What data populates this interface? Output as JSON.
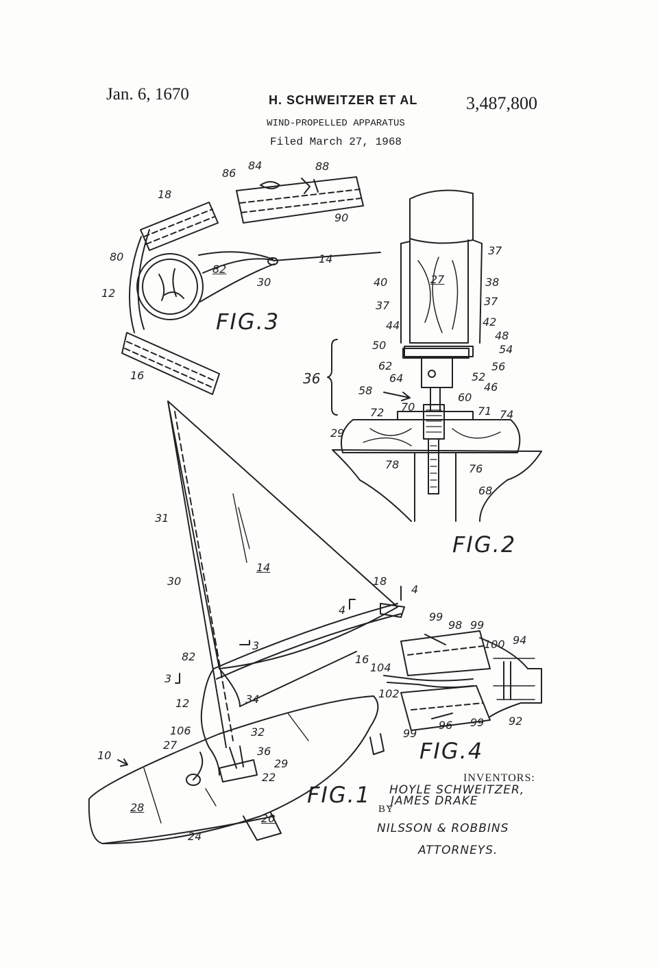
{
  "header": {
    "date": "Jan. 6, 1670",
    "inventors_heading": "H. SCHWEITZER  ET AL",
    "patent_number": "3,487,800",
    "title": "WIND-PROPELLED APPARATUS",
    "filed": "Filed March 27, 1968"
  },
  "figures": {
    "fig1": "FIG.1",
    "fig2": "FIG.2",
    "fig3": "FIG.3",
    "fig4": "FIG.4"
  },
  "fig3_refs": [
    "86",
    "84",
    "88",
    "90",
    "18",
    "14",
    "80",
    "82",
    "30",
    "12",
    "16"
  ],
  "fig2_refs": [
    "37",
    "27",
    "40",
    "38",
    "37",
    "37",
    "44",
    "42",
    "48",
    "50",
    "54",
    "56",
    "62",
    "52",
    "64",
    "46",
    "36",
    "58",
    "70",
    "60",
    "71",
    "72",
    "74",
    "29",
    "78",
    "76",
    "68"
  ],
  "fig1_refs": [
    "31",
    "14",
    "30",
    "18",
    "4",
    "4",
    "3",
    "82",
    "16",
    "3",
    "12",
    "34",
    "106",
    "32",
    "27",
    "36",
    "29",
    "10",
    "22",
    "28",
    "20",
    "24"
  ],
  "fig4_refs": [
    "99",
    "98",
    "99",
    "100",
    "94",
    "104",
    "102",
    "99",
    "96",
    "99",
    "92"
  ],
  "signature": {
    "inventors_label": "INVENTORS:",
    "inventors": [
      "HOYLE SCHWEITZER,",
      "JAMES DRAKE"
    ],
    "by": "BY",
    "firm": "NILSSON & ROBBINS",
    "attorneys": "ATTORNEYS."
  }
}
